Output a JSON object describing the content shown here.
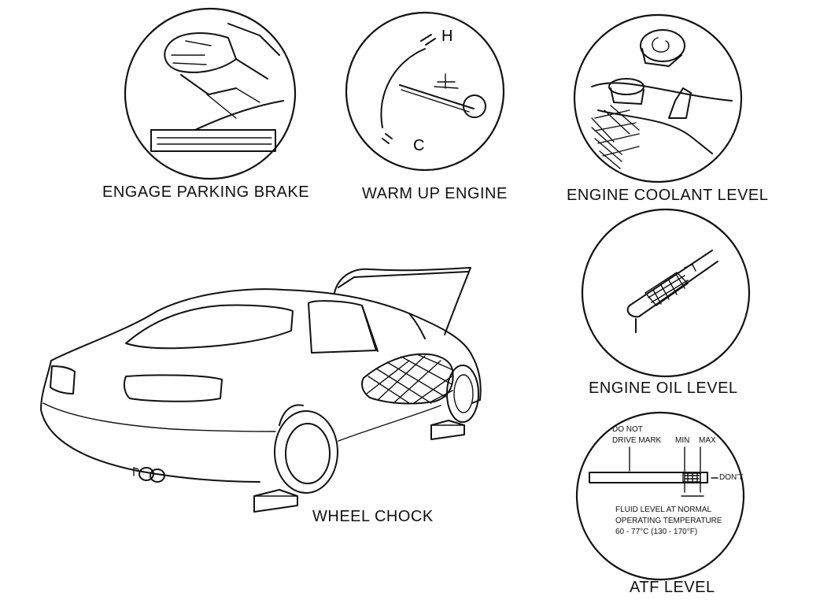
{
  "labels": {
    "parking_brake": "ENGAGE PARKING BRAKE",
    "warm_up": "WARM UP ENGINE",
    "coolant": "ENGINE COOLANT LEVEL",
    "oil": "ENGINE OIL LEVEL",
    "atf": "ATF LEVEL",
    "wheel_chock": "WHEEL CHOCK"
  },
  "gauge": {
    "hot": "H",
    "cold": "C"
  },
  "atf_inset": {
    "do_not_drive_line1": "DO NOT",
    "do_not_drive_line2": "DRIVE MARK",
    "min": "MIN",
    "max": "MAX",
    "dont": "DON'T",
    "note_line1": "FLUID LEVEL AT NORMAL",
    "note_line2": "OPERATING TEMPERATURE",
    "note_line3": "60 - 77°C (130 - 170°F)"
  }
}
